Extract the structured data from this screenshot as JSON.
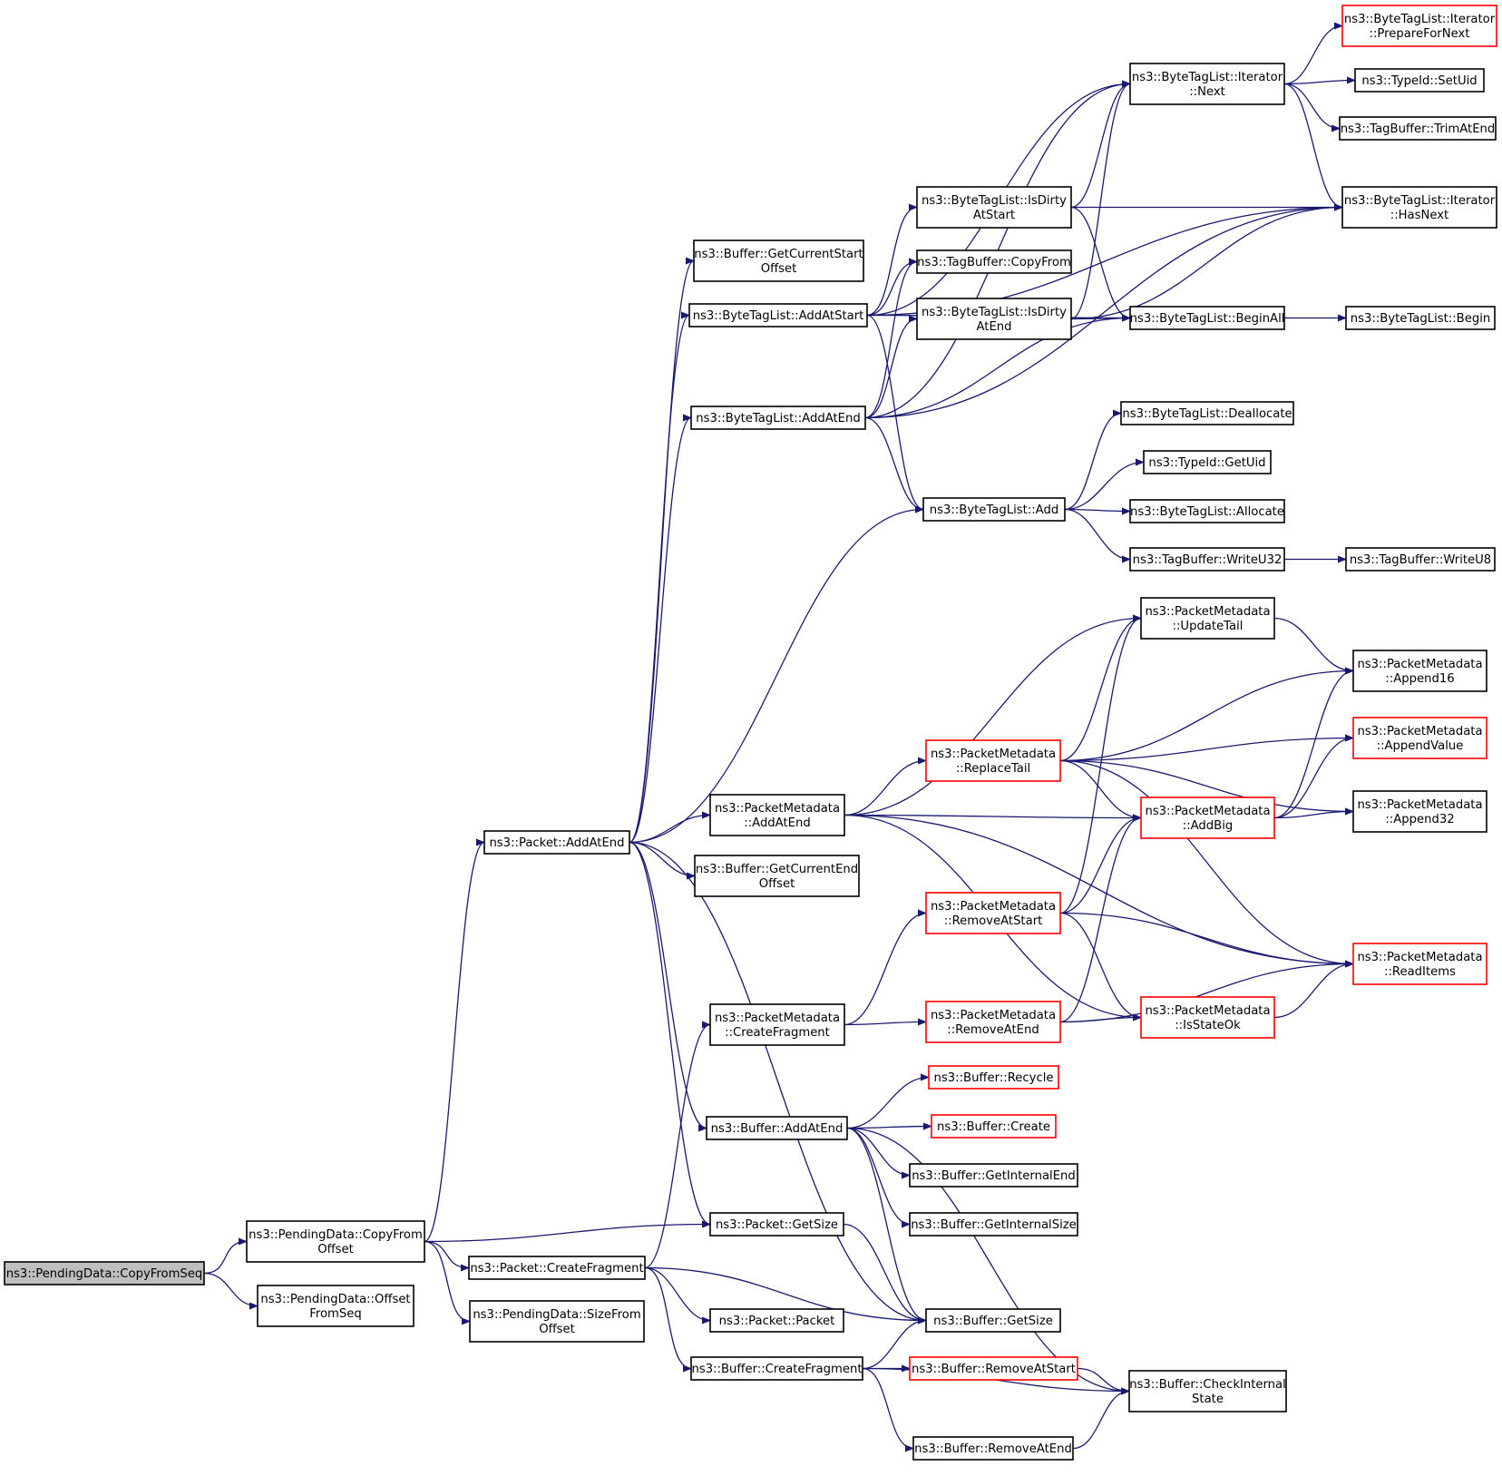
{
  "colors": {
    "edge": "#191970",
    "node_border": "#000000",
    "node_border_red": "#ff0000",
    "node_fill": "#ffffff",
    "root_fill": "#bfbfbf"
  },
  "nodes": [
    {
      "id": "n_copyfromseq",
      "lines": [
        "ns3::PendingData::CopyFromSeq"
      ],
      "border": "black",
      "root": true
    },
    {
      "id": "n_copyfromoffset",
      "lines": [
        "ns3::PendingData::CopyFrom",
        "Offset"
      ],
      "border": "black"
    },
    {
      "id": "n_offsetfromseq",
      "lines": [
        "ns3::PendingData::Offset",
        "FromSeq"
      ],
      "border": "black"
    },
    {
      "id": "n_packet_addatend",
      "lines": [
        "ns3::Packet::AddAtEnd"
      ],
      "border": "black"
    },
    {
      "id": "n_packet_createfragment",
      "lines": [
        "ns3::Packet::CreateFragment"
      ],
      "border": "black"
    },
    {
      "id": "n_sizefromoffset",
      "lines": [
        "ns3::PendingData::SizeFrom",
        "Offset"
      ],
      "border": "black"
    },
    {
      "id": "n_buffer_getcurrentstart",
      "lines": [
        "ns3::Buffer::GetCurrentStart",
        "Offset"
      ],
      "border": "black"
    },
    {
      "id": "n_btl_addatstart",
      "lines": [
        "ns3::ByteTagList::AddAtStart"
      ],
      "border": "black"
    },
    {
      "id": "n_btl_addatend",
      "lines": [
        "ns3::ByteTagList::AddAtEnd"
      ],
      "border": "black"
    },
    {
      "id": "n_pm_addatend",
      "lines": [
        "ns3::PacketMetadata",
        "::AddAtEnd"
      ],
      "border": "black"
    },
    {
      "id": "n_buffer_getcurrentend",
      "lines": [
        "ns3::Buffer::GetCurrentEnd",
        "Offset"
      ],
      "border": "black"
    },
    {
      "id": "n_pm_createfragment",
      "lines": [
        "ns3::PacketMetadata",
        "::CreateFragment"
      ],
      "border": "black"
    },
    {
      "id": "n_buffer_addatend",
      "lines": [
        "ns3::Buffer::AddAtEnd"
      ],
      "border": "black"
    },
    {
      "id": "n_packet_getsize",
      "lines": [
        "ns3::Packet::GetSize"
      ],
      "border": "black"
    },
    {
      "id": "n_packet_packet",
      "lines": [
        "ns3::Packet::Packet"
      ],
      "border": "black"
    },
    {
      "id": "n_buffer_createfragment",
      "lines": [
        "ns3::Buffer::CreateFragment"
      ],
      "border": "black"
    },
    {
      "id": "n_btl_isdirtyatstart",
      "lines": [
        "ns3::ByteTagList::IsDirty",
        "AtStart"
      ],
      "border": "black"
    },
    {
      "id": "n_tagbuffer_copyfrom",
      "lines": [
        "ns3::TagBuffer::CopyFrom"
      ],
      "border": "black"
    },
    {
      "id": "n_btl_isdirtyatend",
      "lines": [
        "ns3::ByteTagList::IsDirty",
        "AtEnd"
      ],
      "border": "black"
    },
    {
      "id": "n_btl_add",
      "lines": [
        "ns3::ByteTagList::Add"
      ],
      "border": "black"
    },
    {
      "id": "n_pm_replacetail",
      "lines": [
        "ns3::PacketMetadata",
        "::ReplaceTail"
      ],
      "border": "red"
    },
    {
      "id": "n_pm_removeatstart",
      "lines": [
        "ns3::PacketMetadata",
        "::RemoveAtStart"
      ],
      "border": "red"
    },
    {
      "id": "n_pm_removeatend",
      "lines": [
        "ns3::PacketMetadata",
        "::RemoveAtEnd"
      ],
      "border": "red"
    },
    {
      "id": "n_buffer_recycle",
      "lines": [
        "ns3::Buffer::Recycle"
      ],
      "border": "red"
    },
    {
      "id": "n_buffer_create",
      "lines": [
        "ns3::Buffer::Create"
      ],
      "border": "red"
    },
    {
      "id": "n_buffer_getinternalend",
      "lines": [
        "ns3::Buffer::GetInternalEnd"
      ],
      "border": "black"
    },
    {
      "id": "n_buffer_getinternalsize",
      "lines": [
        "ns3::Buffer::GetInternalSize"
      ],
      "border": "black"
    },
    {
      "id": "n_buffer_getsize",
      "lines": [
        "ns3::Buffer::GetSize"
      ],
      "border": "black"
    },
    {
      "id": "n_buffer_removeatstart",
      "lines": [
        "ns3::Buffer::RemoveAtStart"
      ],
      "border": "red"
    },
    {
      "id": "n_buffer_removeatend",
      "lines": [
        "ns3::Buffer::RemoveAtEnd"
      ],
      "border": "black"
    },
    {
      "id": "n_btli_next",
      "lines": [
        "ns3::ByteTagList::Iterator",
        "::Next"
      ],
      "border": "black"
    },
    {
      "id": "n_btl_beginall",
      "lines": [
        "ns3::ByteTagList::BeginAll"
      ],
      "border": "black"
    },
    {
      "id": "n_btl_deallocate",
      "lines": [
        "ns3::ByteTagList::Deallocate"
      ],
      "border": "black"
    },
    {
      "id": "n_typeid_getuid",
      "lines": [
        "ns3::TypeId::GetUid"
      ],
      "border": "black"
    },
    {
      "id": "n_btl_allocate",
      "lines": [
        "ns3::ByteTagList::Allocate"
      ],
      "border": "black"
    },
    {
      "id": "n_tagbuffer_writeu32",
      "lines": [
        "ns3::TagBuffer::WriteU32"
      ],
      "border": "black"
    },
    {
      "id": "n_pm_updatetail",
      "lines": [
        "ns3::PacketMetadata",
        "::UpdateTail"
      ],
      "border": "black"
    },
    {
      "id": "n_pm_addbig",
      "lines": [
        "ns3::PacketMetadata",
        "::AddBig"
      ],
      "border": "red"
    },
    {
      "id": "n_pm_isstateok",
      "lines": [
        "ns3::PacketMetadata",
        "::IsStateOk"
      ],
      "border": "red"
    },
    {
      "id": "n_buffer_checkinternal",
      "lines": [
        "ns3::Buffer::CheckInternal",
        "State"
      ],
      "border": "black"
    },
    {
      "id": "n_btli_preparefornext",
      "lines": [
        "ns3::ByteTagList::Iterator",
        "::PrepareForNext"
      ],
      "border": "red"
    },
    {
      "id": "n_typeid_setuid",
      "lines": [
        "ns3::TypeId::SetUid"
      ],
      "border": "black"
    },
    {
      "id": "n_tagbuffer_trimatend",
      "lines": [
        "ns3::TagBuffer::TrimAtEnd"
      ],
      "border": "black"
    },
    {
      "id": "n_btli_hasnext",
      "lines": [
        "ns3::ByteTagList::Iterator",
        "::HasNext"
      ],
      "border": "black"
    },
    {
      "id": "n_btl_begin",
      "lines": [
        "ns3::ByteTagList::Begin"
      ],
      "border": "black"
    },
    {
      "id": "n_tagbuffer_writeu8",
      "lines": [
        "ns3::TagBuffer::WriteU8"
      ],
      "border": "black"
    },
    {
      "id": "n_pm_append16",
      "lines": [
        "ns3::PacketMetadata",
        "::Append16"
      ],
      "border": "black"
    },
    {
      "id": "n_pm_appendvalue",
      "lines": [
        "ns3::PacketMetadata",
        "::AppendValue"
      ],
      "border": "red"
    },
    {
      "id": "n_pm_append32",
      "lines": [
        "ns3::PacketMetadata",
        "::Append32"
      ],
      "border": "black"
    },
    {
      "id": "n_pm_readitems",
      "lines": [
        "ns3::PacketMetadata",
        "::ReadItems"
      ],
      "border": "red"
    }
  ],
  "edges": [
    [
      "n_copyfromseq",
      "n_copyfromoffset"
    ],
    [
      "n_copyfromseq",
      "n_offsetfromseq"
    ],
    [
      "n_copyfromoffset",
      "n_packet_addatend"
    ],
    [
      "n_copyfromoffset",
      "n_packet_getsize"
    ],
    [
      "n_copyfromoffset",
      "n_packet_createfragment"
    ],
    [
      "n_copyfromoffset",
      "n_sizefromoffset"
    ],
    [
      "n_packet_addatend",
      "n_buffer_getcurrentstart"
    ],
    [
      "n_packet_addatend",
      "n_btl_addatstart"
    ],
    [
      "n_packet_addatend",
      "n_btl_addatend"
    ],
    [
      "n_packet_addatend",
      "n_btl_add"
    ],
    [
      "n_packet_addatend",
      "n_pm_addatend"
    ],
    [
      "n_packet_addatend",
      "n_buffer_getcurrentend"
    ],
    [
      "n_packet_addatend",
      "n_buffer_addatend"
    ],
    [
      "n_packet_addatend",
      "n_packet_getsize"
    ],
    [
      "n_packet_addatend",
      "n_buffer_getsize"
    ],
    [
      "n_packet_createfragment",
      "n_pm_createfragment"
    ],
    [
      "n_packet_createfragment",
      "n_packet_packet"
    ],
    [
      "n_packet_createfragment",
      "n_buffer_createfragment"
    ],
    [
      "n_packet_createfragment",
      "n_buffer_getsize"
    ],
    [
      "n_btl_addatstart",
      "n_btl_isdirtyatstart"
    ],
    [
      "n_btl_addatstart",
      "n_tagbuffer_copyfrom"
    ],
    [
      "n_btl_addatstart",
      "n_btli_next"
    ],
    [
      "n_btl_addatstart",
      "n_btli_hasnext"
    ],
    [
      "n_btl_addatstart",
      "n_btl_beginall"
    ],
    [
      "n_btl_addatstart",
      "n_btl_add"
    ],
    [
      "n_btl_addatend",
      "n_btl_isdirtyatend"
    ],
    [
      "n_btl_addatend",
      "n_tagbuffer_copyfrom"
    ],
    [
      "n_btl_addatend",
      "n_btli_next"
    ],
    [
      "n_btl_addatend",
      "n_btl_beginall"
    ],
    [
      "n_btl_addatend",
      "n_btli_hasnext"
    ],
    [
      "n_btl_addatend",
      "n_btl_add"
    ],
    [
      "n_btl_isdirtyatstart",
      "n_btli_next"
    ],
    [
      "n_btl_isdirtyatstart",
      "n_btli_hasnext"
    ],
    [
      "n_btl_isdirtyatstart",
      "n_btl_beginall"
    ],
    [
      "n_btl_isdirtyatend",
      "n_btli_next"
    ],
    [
      "n_btl_isdirtyatend",
      "n_btli_hasnext"
    ],
    [
      "n_btl_isdirtyatend",
      "n_btl_beginall"
    ],
    [
      "n_btli_next",
      "n_btli_preparefornext"
    ],
    [
      "n_btli_next",
      "n_typeid_setuid"
    ],
    [
      "n_btli_next",
      "n_tagbuffer_trimatend"
    ],
    [
      "n_btli_next",
      "n_btli_hasnext"
    ],
    [
      "n_btl_beginall",
      "n_btl_begin"
    ],
    [
      "n_btl_add",
      "n_btl_deallocate"
    ],
    [
      "n_btl_add",
      "n_typeid_getuid"
    ],
    [
      "n_btl_add",
      "n_btl_allocate"
    ],
    [
      "n_btl_add",
      "n_tagbuffer_writeu32"
    ],
    [
      "n_tagbuffer_writeu32",
      "n_tagbuffer_writeu8"
    ],
    [
      "n_pm_addatend",
      "n_pm_updatetail"
    ],
    [
      "n_pm_addatend",
      "n_pm_replacetail"
    ],
    [
      "n_pm_addatend",
      "n_pm_addbig"
    ],
    [
      "n_pm_addatend",
      "n_pm_readitems"
    ],
    [
      "n_pm_addatend",
      "n_pm_isstateok"
    ],
    [
      "n_pm_replacetail",
      "n_pm_updatetail"
    ],
    [
      "n_pm_replacetail",
      "n_pm_append16"
    ],
    [
      "n_pm_replacetail",
      "n_pm_appendvalue"
    ],
    [
      "n_pm_replacetail",
      "n_pm_append32"
    ],
    [
      "n_pm_replacetail",
      "n_pm_addbig"
    ],
    [
      "n_pm_replacetail",
      "n_pm_readitems"
    ],
    [
      "n_pm_updatetail",
      "n_pm_append16"
    ],
    [
      "n_pm_addbig",
      "n_pm_append16"
    ],
    [
      "n_pm_addbig",
      "n_pm_appendvalue"
    ],
    [
      "n_pm_addbig",
      "n_pm_append32"
    ],
    [
      "n_pm_removeatstart",
      "n_pm_updatetail"
    ],
    [
      "n_pm_removeatstart",
      "n_pm_addbig"
    ],
    [
      "n_pm_removeatstart",
      "n_pm_readitems"
    ],
    [
      "n_pm_removeatstart",
      "n_pm_isstateok"
    ],
    [
      "n_pm_createfragment",
      "n_pm_removeatstart"
    ],
    [
      "n_pm_createfragment",
      "n_pm_removeatend"
    ],
    [
      "n_pm_removeatend",
      "n_pm_addbig"
    ],
    [
      "n_pm_removeatend",
      "n_pm_isstateok"
    ],
    [
      "n_pm_removeatend",
      "n_pm_readitems"
    ],
    [
      "n_pm_isstateok",
      "n_pm_readitems"
    ],
    [
      "n_buffer_addatend",
      "n_buffer_recycle"
    ],
    [
      "n_buffer_addatend",
      "n_buffer_create"
    ],
    [
      "n_buffer_addatend",
      "n_buffer_getinternalend"
    ],
    [
      "n_buffer_addatend",
      "n_buffer_getinternalsize"
    ],
    [
      "n_buffer_addatend",
      "n_buffer_checkinternal"
    ],
    [
      "n_buffer_addatend",
      "n_buffer_getsize"
    ],
    [
      "n_packet_getsize",
      "n_buffer_getsize"
    ],
    [
      "n_buffer_createfragment",
      "n_buffer_getsize"
    ],
    [
      "n_buffer_createfragment",
      "n_buffer_removeatstart"
    ],
    [
      "n_buffer_createfragment",
      "n_buffer_checkinternal"
    ],
    [
      "n_buffer_createfragment",
      "n_buffer_removeatend"
    ],
    [
      "n_buffer_removeatstart",
      "n_buffer_checkinternal"
    ],
    [
      "n_buffer_removeatend",
      "n_buffer_checkinternal"
    ]
  ]
}
